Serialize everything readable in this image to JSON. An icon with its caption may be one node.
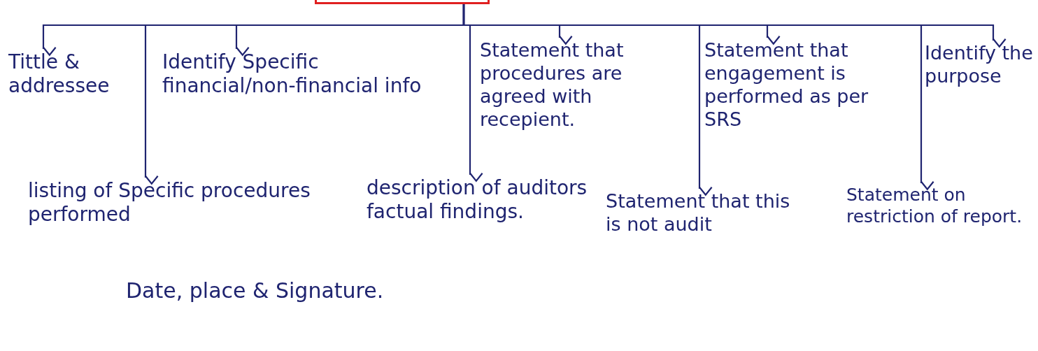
{
  "diagram": {
    "nodes": [
      {
        "text": [],
        "shape": "box"
      },
      {
        "text": [
          "Tittle & addressee"
        ]
      },
      {
        "text": [
          "Identify Specific financial/non-financial info"
        ]
      },
      {
        "text": [
          "Statement that procedures are agreed with recepient."
        ]
      },
      {
        "text": [
          "Statement that engagement is performed as per SRS"
        ]
      },
      {
        "text": [
          "Identify the purpose"
        ]
      },
      {
        "text": [
          "listing of Specific procedures performed"
        ]
      },
      {
        "text": [
          "description of auditors factual findings."
        ]
      },
      {
        "text": [
          "Statement that this is not audit"
        ]
      },
      {
        "text": [
          "Statement on restriction of report."
        ]
      }
    ],
    "edges": [
      {
        "from": 0,
        "to": 1,
        "arrow": "to"
      },
      {
        "from": 0,
        "to": 6,
        "arrow": "to"
      },
      {
        "from": 0,
        "to": 2,
        "arrow": "to"
      },
      {
        "from": 0,
        "to": 7,
        "arrow": "to"
      },
      {
        "from": 0,
        "to": 3,
        "arrow": "to"
      },
      {
        "from": 0,
        "to": 8,
        "arrow": "to"
      },
      {
        "from": 0,
        "to": 4,
        "arrow": "to"
      },
      {
        "from": 0,
        "to": 9,
        "arrow": "to"
      },
      {
        "from": 0,
        "to": 5,
        "arrow": "to"
      }
    ],
    "labels": [
      "Date, place & Signature."
    ]
  }
}
